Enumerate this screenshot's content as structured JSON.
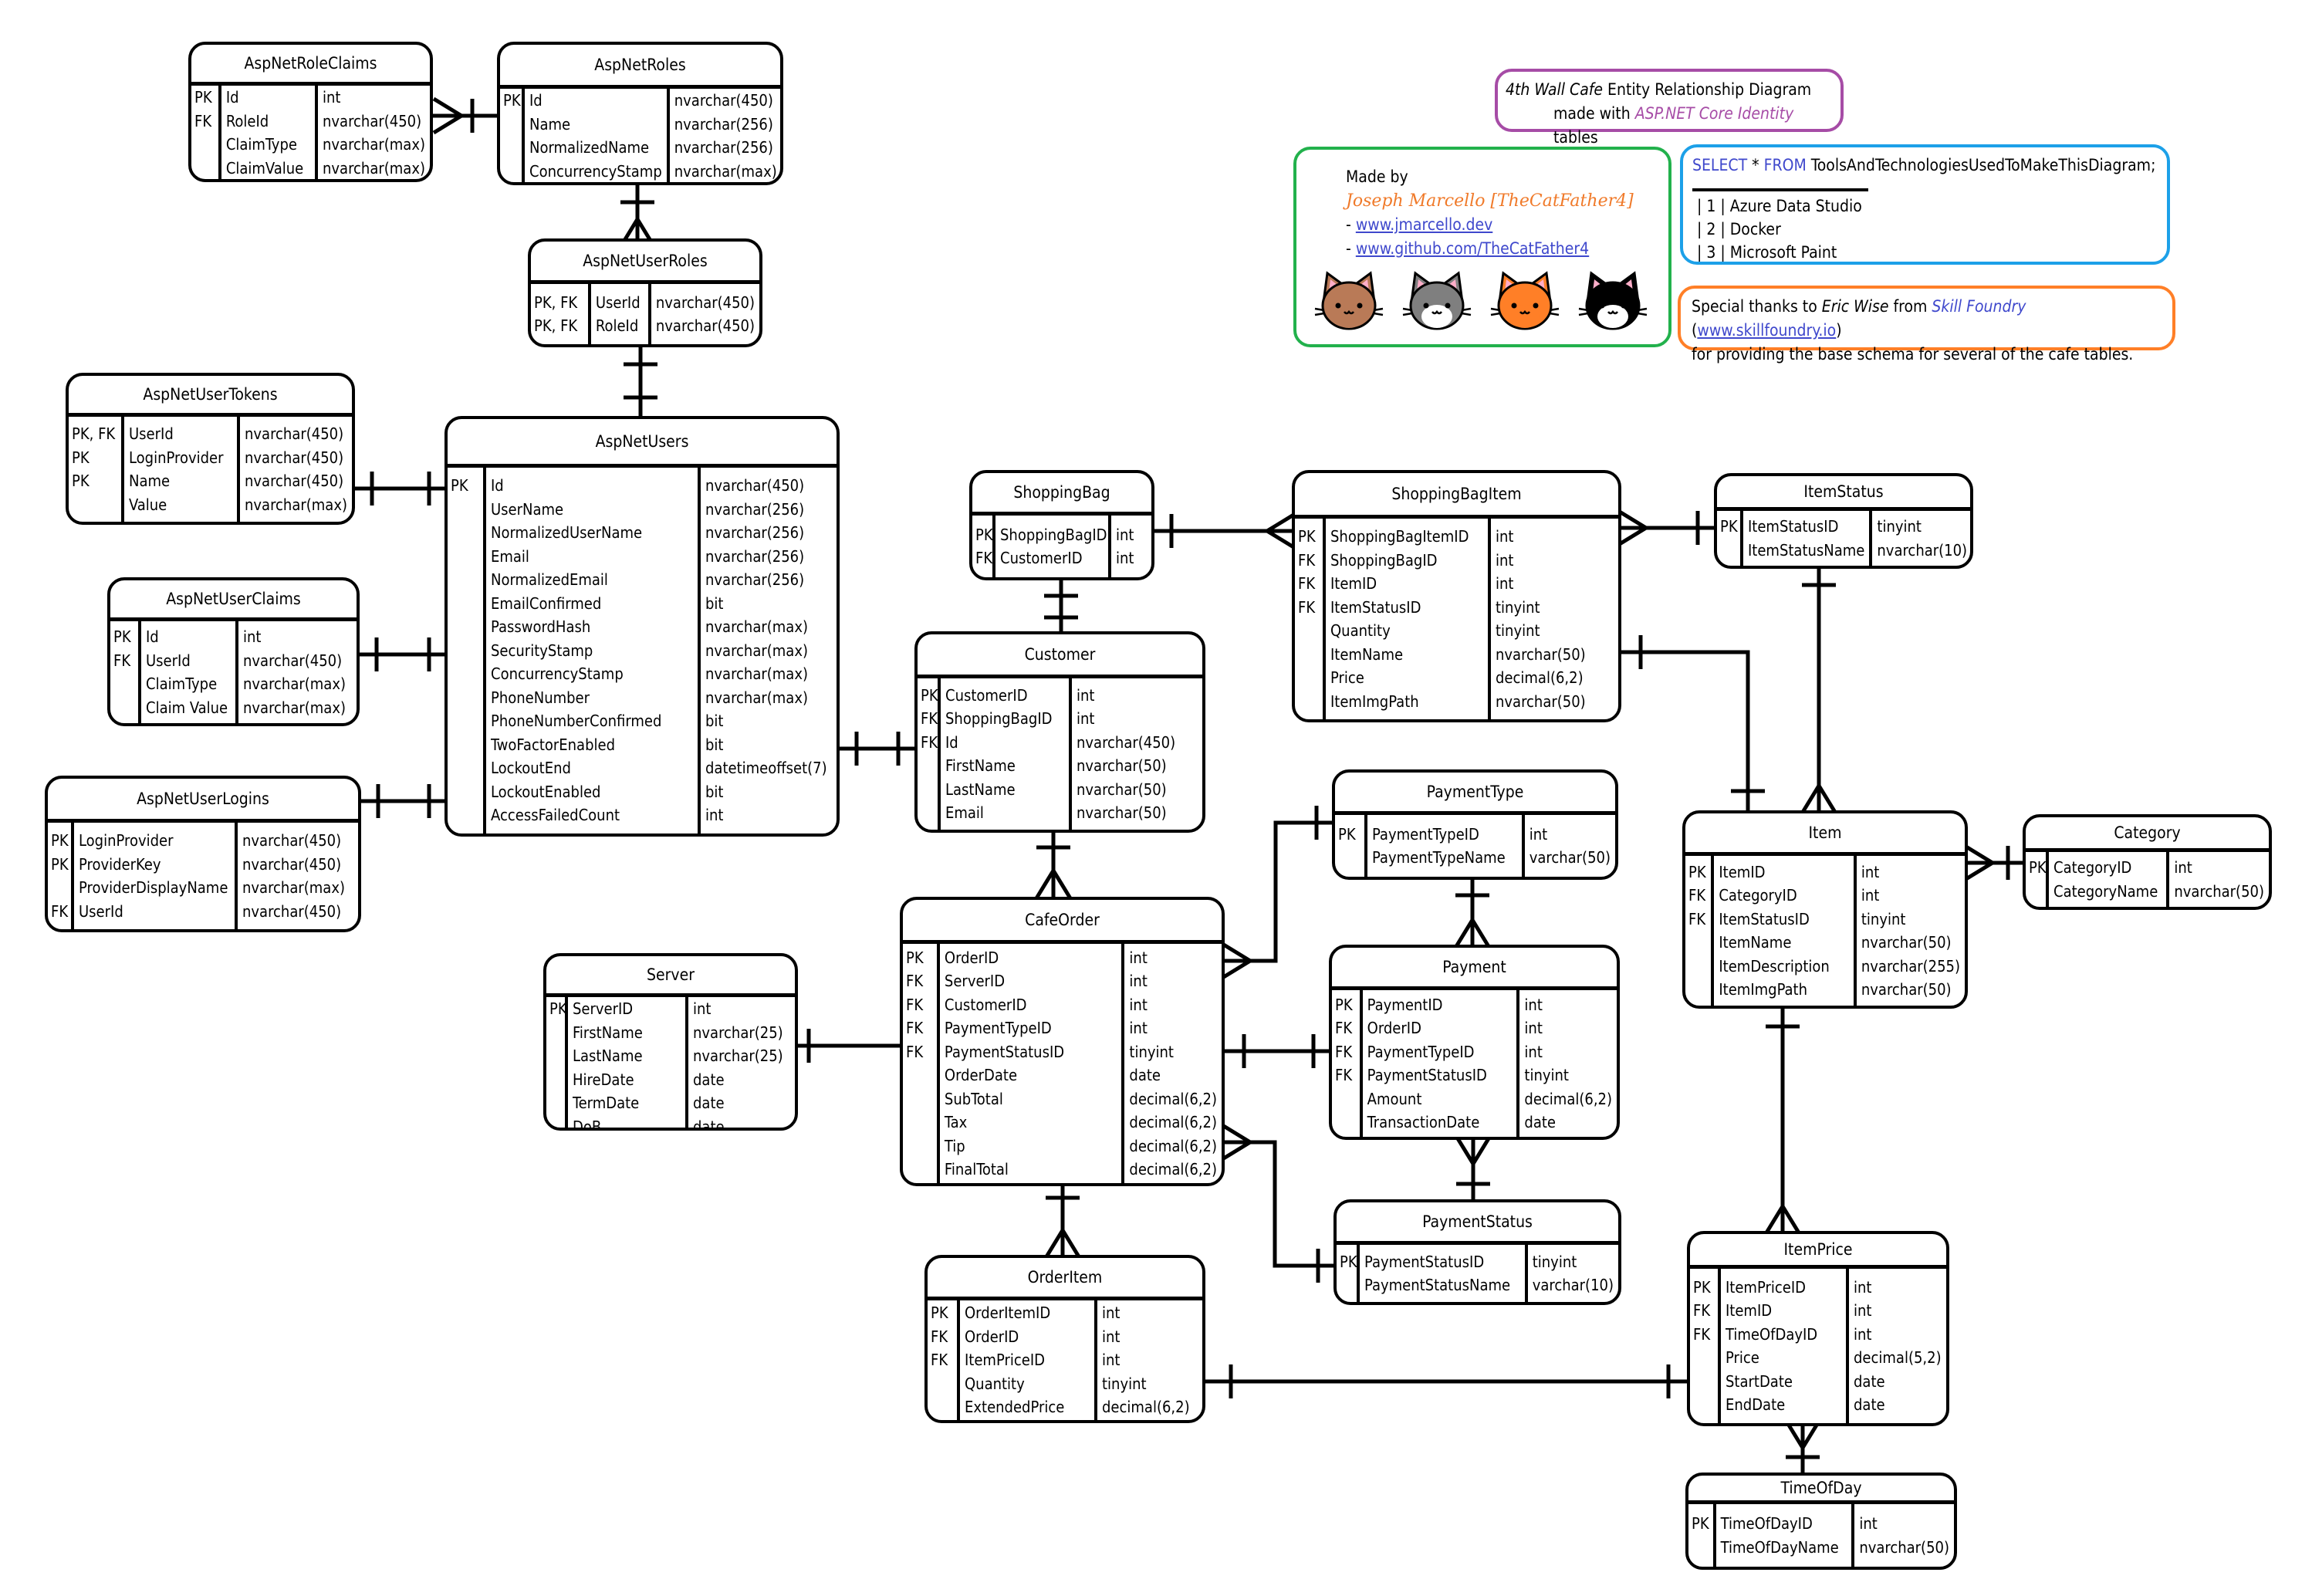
{
  "colors": {
    "line": "#000000",
    "title_border": "#a64ca6",
    "made_border": "#22b14c",
    "sql_border": "#1ca0e8",
    "thanks_border": "#ff7f27",
    "author": "#f07a2a",
    "link": "#3f48cc"
  },
  "notes": {
    "title": {
      "italic_prefix": "4th Wall Cafe",
      "line1_rest": " Entity Relationship Diagram",
      "line2_prefix": "made with ",
      "line2_highlight": "ASP.NET Core Identity",
      "line2_suffix": " tables"
    },
    "made_by": {
      "label": "Made by",
      "author": "Joseph Marcello [TheCatFather4]",
      "links": [
        {
          "prefix": "- ",
          "text": "www.jmarcello.dev"
        },
        {
          "prefix": "- ",
          "text": "www.github.com/TheCatFather4"
        }
      ],
      "cat_icons": [
        "brown-cat-icon",
        "gray-cat-icon",
        "orange-cat-icon",
        "tuxedo-cat-icon"
      ]
    },
    "sql": {
      "kw_select": "SELECT",
      "star": " * ",
      "kw_from": "FROM",
      "rest": " ToolsAndTechnologiesUsedToMakeThisDiagram;",
      "rows": [
        "| 1 | Azure Data Studio",
        "| 2 | Docker",
        "| 3 | Microsoft Paint"
      ]
    },
    "thanks": {
      "p1": "Special thanks to ",
      "name": "Eric Wise",
      "p2": " from ",
      "org": "Skill Foundry",
      "p3": " (",
      "link": "www.skillfoundry.io",
      "p4": ")",
      "line2": "for providing the base schema for several of the cafe tables."
    }
  },
  "tables": [
    {
      "id": "AspNetRoleClaims",
      "name": "AspNetRoleClaims",
      "rows": [
        [
          "PK",
          "Id",
          "int"
        ],
        [
          "FK",
          "RoleId",
          "nvarchar(450)"
        ],
        [
          "",
          "ClaimType",
          "nvarchar(max)"
        ],
        [
          "",
          "ClaimValue",
          "nvarchar(max)"
        ]
      ]
    },
    {
      "id": "AspNetRoles",
      "name": "AspNetRoles",
      "rows": [
        [
          "PK",
          "Id",
          "nvarchar(450)"
        ],
        [
          "",
          "Name",
          "nvarchar(256)"
        ],
        [
          "",
          "NormalizedName",
          "nvarchar(256)"
        ],
        [
          "",
          "ConcurrencyStamp",
          "nvarchar(max)"
        ]
      ]
    },
    {
      "id": "AspNetUserRoles",
      "name": "AspNetUserRoles",
      "rows": [
        [
          "PK, FK",
          "UserId",
          "nvarchar(450)"
        ],
        [
          "PK, FK",
          "RoleId",
          "nvarchar(450)"
        ]
      ]
    },
    {
      "id": "AspNetUserTokens",
      "name": "AspNetUserTokens",
      "rows": [
        [
          "PK, FK",
          "UserId",
          "nvarchar(450)"
        ],
        [
          "PK",
          "LoginProvider",
          "nvarchar(450)"
        ],
        [
          "PK",
          "Name",
          "nvarchar(450)"
        ],
        [
          "",
          "Value",
          "nvarchar(max)"
        ]
      ]
    },
    {
      "id": "AspNetUserClaims",
      "name": "AspNetUserClaims",
      "rows": [
        [
          "PK",
          "Id",
          "int"
        ],
        [
          "FK",
          "UserId",
          "nvarchar(450)"
        ],
        [
          "",
          "ClaimType",
          "nvarchar(max)"
        ],
        [
          "",
          "Claim Value",
          "nvarchar(max)"
        ]
      ]
    },
    {
      "id": "AspNetUserLogins",
      "name": "AspNetUserLogins",
      "rows": [
        [
          "PK",
          "LoginProvider",
          "nvarchar(450)"
        ],
        [
          "PK",
          "ProviderKey",
          "nvarchar(450)"
        ],
        [
          "",
          "ProviderDisplayName",
          "nvarchar(max)"
        ],
        [
          "FK",
          "UserId",
          "nvarchar(450)"
        ]
      ]
    },
    {
      "id": "AspNetUsers",
      "name": "AspNetUsers",
      "rows": [
        [
          "PK",
          "Id",
          "nvarchar(450)"
        ],
        [
          "",
          "UserName",
          "nvarchar(256)"
        ],
        [
          "",
          "NormalizedUserName",
          "nvarchar(256)"
        ],
        [
          "",
          "Email",
          "nvarchar(256)"
        ],
        [
          "",
          "NormalizedEmail",
          "nvarchar(256)"
        ],
        [
          "",
          "EmailConfirmed",
          "bit"
        ],
        [
          "",
          "PasswordHash",
          "nvarchar(max)"
        ],
        [
          "",
          "SecurityStamp",
          "nvarchar(max)"
        ],
        [
          "",
          "ConcurrencyStamp",
          "nvarchar(max)"
        ],
        [
          "",
          "PhoneNumber",
          "nvarchar(max)"
        ],
        [
          "",
          "PhoneNumberConfirmed",
          "bit"
        ],
        [
          "",
          "TwoFactorEnabled",
          "bit"
        ],
        [
          "",
          "LockoutEnd",
          "datetimeoffset(7)"
        ],
        [
          "",
          "LockoutEnabled",
          "bit"
        ],
        [
          "",
          "AccessFailedCount",
          "int"
        ]
      ]
    },
    {
      "id": "ShoppingBag",
      "name": "ShoppingBag",
      "rows": [
        [
          "PK",
          "ShoppingBagID",
          "int"
        ],
        [
          "FK",
          "CustomerID",
          "int"
        ]
      ]
    },
    {
      "id": "ShoppingBagItem",
      "name": "ShoppingBagItem",
      "rows": [
        [
          "PK",
          "ShoppingBagItemID",
          "int"
        ],
        [
          "FK",
          "ShoppingBagID",
          "int"
        ],
        [
          "FK",
          "ItemID",
          "int"
        ],
        [
          "FK",
          "ItemStatusID",
          "tinyint"
        ],
        [
          "",
          "Quantity",
          "tinyint"
        ],
        [
          "",
          "ItemName",
          "nvarchar(50)"
        ],
        [
          "",
          "Price",
          "decimal(6,2)"
        ],
        [
          "",
          "ItemImgPath",
          "nvarchar(50)"
        ]
      ]
    },
    {
      "id": "ItemStatus",
      "name": "ItemStatus",
      "rows": [
        [
          "PK",
          "ItemStatusID",
          "tinyint"
        ],
        [
          "",
          "ItemStatusName",
          "nvarchar(10)"
        ]
      ]
    },
    {
      "id": "Customer",
      "name": "Customer",
      "rows": [
        [
          "PK",
          "CustomerID",
          "int"
        ],
        [
          "FK",
          "ShoppingBagID",
          "int"
        ],
        [
          "FK",
          "Id",
          "nvarchar(450)"
        ],
        [
          "",
          "FirstName",
          "nvarchar(50)"
        ],
        [
          "",
          "LastName",
          "nvarchar(50)"
        ],
        [
          "",
          "Email",
          "nvarchar(50)"
        ]
      ]
    },
    {
      "id": "PaymentType",
      "name": "PaymentType",
      "rows": [
        [
          "PK",
          "PaymentTypeID",
          "int"
        ],
        [
          "",
          "PaymentTypeName",
          "varchar(50)"
        ]
      ]
    },
    {
      "id": "Item",
      "name": "Item",
      "rows": [
        [
          "PK",
          "ItemID",
          "int"
        ],
        [
          "FK",
          "CategoryID",
          "int"
        ],
        [
          "FK",
          "ItemStatusID",
          "tinyint"
        ],
        [
          "",
          "ItemName",
          "nvarchar(50)"
        ],
        [
          "",
          "ItemDescription",
          "nvarchar(255)"
        ],
        [
          "",
          "ItemImgPath",
          "nvarchar(50)"
        ]
      ]
    },
    {
      "id": "Category",
      "name": "Category",
      "rows": [
        [
          "PK",
          "CategoryID",
          "int"
        ],
        [
          "",
          "CategoryName",
          "nvarchar(50)"
        ]
      ]
    },
    {
      "id": "CafeOrder",
      "name": "CafeOrder",
      "rows": [
        [
          "PK",
          "OrderID",
          "int"
        ],
        [
          "FK",
          "ServerID",
          "int"
        ],
        [
          "FK",
          "CustomerID",
          "int"
        ],
        [
          "FK",
          "PaymentTypeID",
          "int"
        ],
        [
          "FK",
          "PaymentStatusID",
          "tinyint"
        ],
        [
          "",
          "OrderDate",
          "date"
        ],
        [
          "",
          "SubTotal",
          "decimal(6,2)"
        ],
        [
          "",
          "Tax",
          "decimal(6,2)"
        ],
        [
          "",
          "Tip",
          "decimal(6,2)"
        ],
        [
          "",
          "FinalTotal",
          "decimal(6,2)"
        ]
      ]
    },
    {
      "id": "Server",
      "name": "Server",
      "rows": [
        [
          "PK",
          "ServerID",
          "int"
        ],
        [
          "",
          "FirstName",
          "nvarchar(25)"
        ],
        [
          "",
          "LastName",
          "nvarchar(25)"
        ],
        [
          "",
          "HireDate",
          "date"
        ],
        [
          "",
          "TermDate",
          "date"
        ],
        [
          "",
          "DoB",
          "date"
        ]
      ]
    },
    {
      "id": "Payment",
      "name": "Payment",
      "rows": [
        [
          "PK",
          "PaymentID",
          "int"
        ],
        [
          "FK",
          "OrderID",
          "int"
        ],
        [
          "FK",
          "PaymentTypeID",
          "int"
        ],
        [
          "FK",
          "PaymentStatusID",
          "tinyint"
        ],
        [
          "",
          "Amount",
          "decimal(6,2)"
        ],
        [
          "",
          "TransactionDate",
          "date"
        ]
      ]
    },
    {
      "id": "PaymentStatus",
      "name": "PaymentStatus",
      "rows": [
        [
          "PK",
          "PaymentStatusID",
          "tinyint"
        ],
        [
          "",
          "PaymentStatusName",
          "varchar(10)"
        ]
      ]
    },
    {
      "id": "OrderItem",
      "name": "OrderItem",
      "rows": [
        [
          "PK",
          "OrderItemID",
          "int"
        ],
        [
          "FK",
          "OrderID",
          "int"
        ],
        [
          "FK",
          "ItemPriceID",
          "int"
        ],
        [
          "",
          "Quantity",
          "tinyint"
        ],
        [
          "",
          "ExtendedPrice",
          "decimal(6,2)"
        ]
      ]
    },
    {
      "id": "ItemPrice",
      "name": "ItemPrice",
      "rows": [
        [
          "PK",
          "ItemPriceID",
          "int"
        ],
        [
          "FK",
          "ItemID",
          "int"
        ],
        [
          "FK",
          "TimeOfDayID",
          "int"
        ],
        [
          "",
          "Price",
          "decimal(5,2)"
        ],
        [
          "",
          "StartDate",
          "date"
        ],
        [
          "",
          "EndDate",
          "date"
        ]
      ]
    },
    {
      "id": "TimeOfDay",
      "name": "TimeOfDay",
      "rows": [
        [
          "PK",
          "TimeOfDayID",
          "int"
        ],
        [
          "",
          "TimeOfDayName",
          "nvarchar(50)"
        ]
      ]
    }
  ],
  "relationships": [
    {
      "from": "AspNetRoles",
      "to": "AspNetRoleClaims",
      "from_card": "one",
      "to_card": "many"
    },
    {
      "from": "AspNetRoles",
      "to": "AspNetUserRoles",
      "from_card": "one",
      "to_card": "many"
    },
    {
      "from": "AspNetUsers",
      "to": "AspNetUserRoles",
      "from_card": "one",
      "to_card": "one"
    },
    {
      "from": "AspNetUsers",
      "to": "AspNetUserTokens",
      "from_card": "one",
      "to_card": "one"
    },
    {
      "from": "AspNetUsers",
      "to": "AspNetUserClaims",
      "from_card": "one",
      "to_card": "one"
    },
    {
      "from": "AspNetUsers",
      "to": "AspNetUserLogins",
      "from_card": "one",
      "to_card": "one"
    },
    {
      "from": "AspNetUsers",
      "to": "Customer",
      "from_card": "one",
      "to_card": "one"
    },
    {
      "from": "ShoppingBag",
      "to": "Customer",
      "from_card": "one",
      "to_card": "one"
    },
    {
      "from": "ShoppingBag",
      "to": "ShoppingBagItem",
      "from_card": "one",
      "to_card": "many"
    },
    {
      "from": "ItemStatus",
      "to": "ShoppingBagItem",
      "from_card": "one",
      "to_card": "many"
    },
    {
      "from": "Item",
      "to": "ShoppingBagItem",
      "from_card": "one",
      "to_card": "one"
    },
    {
      "from": "ItemStatus",
      "to": "Item",
      "from_card": "one",
      "to_card": "many"
    },
    {
      "from": "Category",
      "to": "Item",
      "from_card": "one",
      "to_card": "many"
    },
    {
      "from": "Customer",
      "to": "CafeOrder",
      "from_card": "one",
      "to_card": "many"
    },
    {
      "from": "PaymentType",
      "to": "CafeOrder",
      "from_card": "one",
      "to_card": "many"
    },
    {
      "from": "PaymentType",
      "to": "Payment",
      "from_card": "one",
      "to_card": "many"
    },
    {
      "from": "Server",
      "to": "CafeOrder",
      "from_card": "one",
      "to_card": "one"
    },
    {
      "from": "CafeOrder",
      "to": "Payment",
      "from_card": "one",
      "to_card": "one"
    },
    {
      "from": "PaymentStatus",
      "to": "CafeOrder",
      "from_card": "one",
      "to_card": "many"
    },
    {
      "from": "PaymentStatus",
      "to": "Payment",
      "from_card": "one",
      "to_card": "many"
    },
    {
      "from": "CafeOrder",
      "to": "OrderItem",
      "from_card": "one",
      "to_card": "many"
    },
    {
      "from": "ItemPrice",
      "to": "OrderItem",
      "from_card": "one",
      "to_card": "one"
    },
    {
      "from": "Item",
      "to": "ItemPrice",
      "from_card": "one",
      "to_card": "many"
    },
    {
      "from": "TimeOfDay",
      "to": "ItemPrice",
      "from_card": "one",
      "to_card": "many"
    }
  ]
}
